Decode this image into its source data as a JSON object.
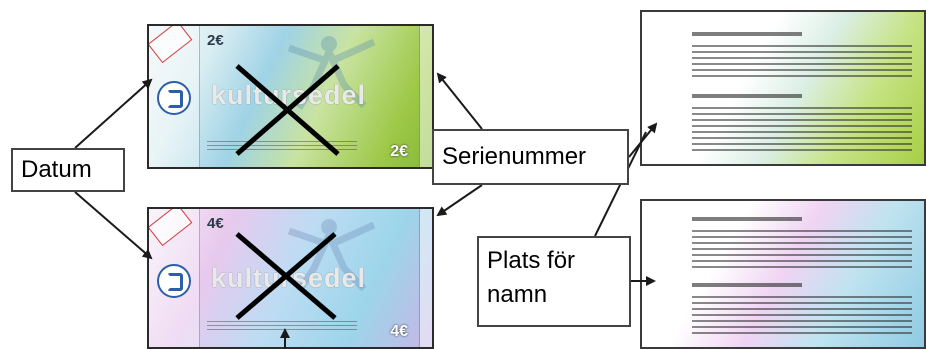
{
  "labels": {
    "datum": "Datum",
    "serienummer": "Serienummer",
    "plats_line1": "Plats för",
    "plats_line2": "namn"
  },
  "vouchers": [
    {
      "amount_top": "2€",
      "amount_bottom": "2€",
      "brand": "kultursedel"
    },
    {
      "amount_top": "4€",
      "amount_bottom": "4€",
      "brand": "kultursedel"
    }
  ],
  "colors": {
    "voucher_green": "#9cc846",
    "voucher_blue": "#9fd3e6",
    "voucher_pink": "#e8c9ee",
    "arrow": "#1a1a1a",
    "cross": "#000000"
  }
}
